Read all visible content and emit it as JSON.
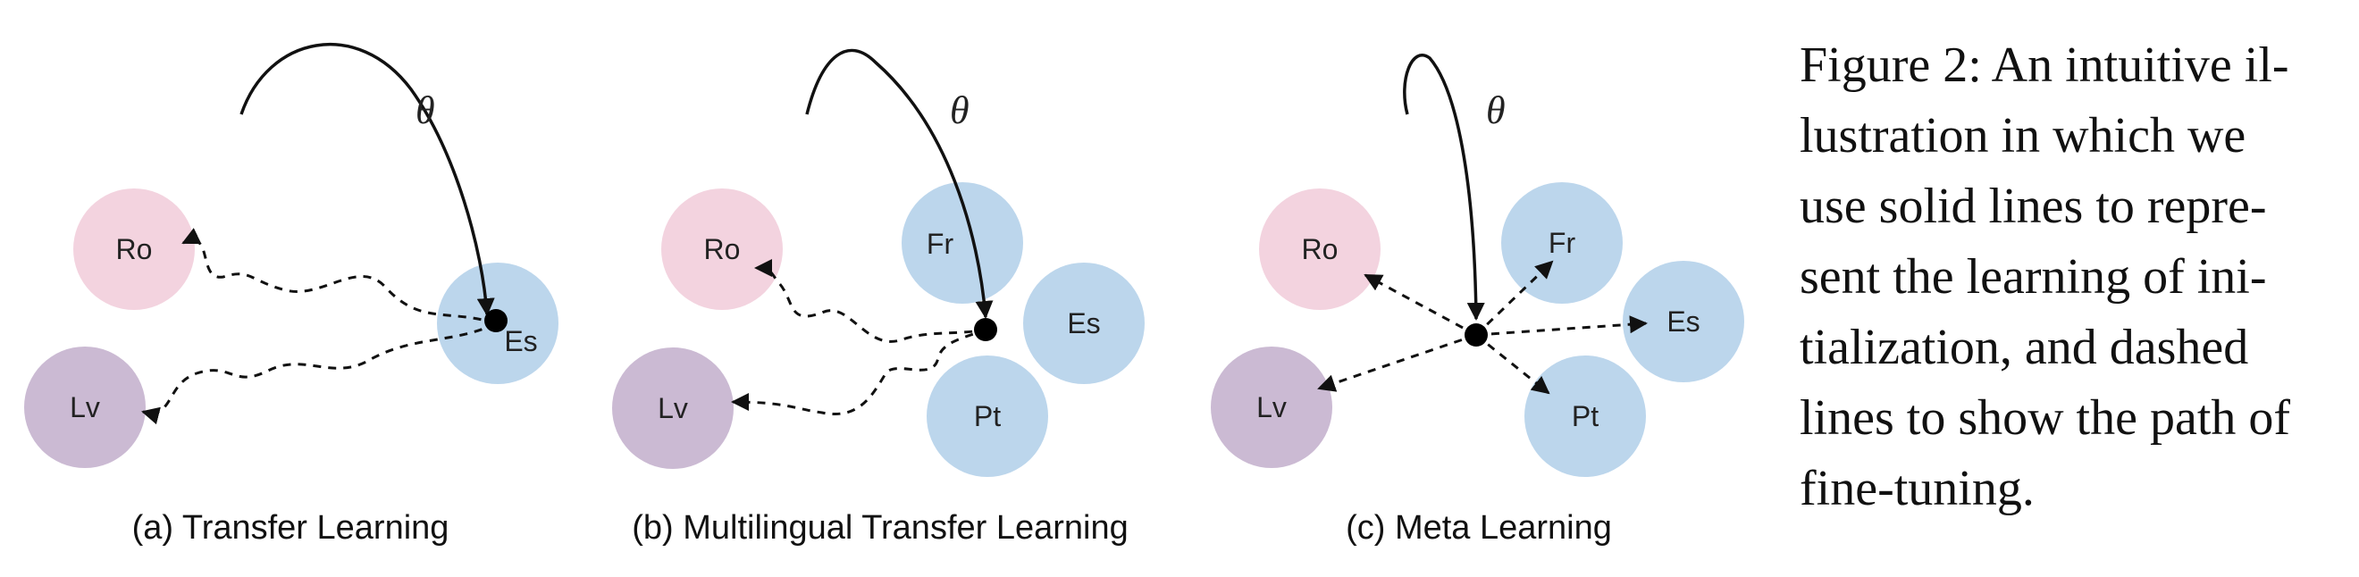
{
  "colors": {
    "ro": "#f3d3df",
    "lv": "#cbbad3",
    "blue": "#bcd6ec",
    "ink": "#111111"
  },
  "theta": "θ",
  "panels": [
    {
      "caption": "(a) Transfer Learning",
      "nodes": {
        "ro": "Ro",
        "lv": "Lv",
        "es": "Es"
      }
    },
    {
      "caption": "(b) Multilingual Transfer Learning",
      "nodes": {
        "ro": "Ro",
        "lv": "Lv",
        "fr": "Fr",
        "es": "Es",
        "pt": "Pt"
      }
    },
    {
      "caption": "(c) Meta Learning",
      "nodes": {
        "ro": "Ro",
        "lv": "Lv",
        "fr": "Fr",
        "es": "Es",
        "pt": "Pt"
      }
    }
  ],
  "figure_caption": {
    "lines": [
      "Figure 2: An intuitive il-",
      "lustration in which we",
      "use solid lines to repre-",
      "sent the learning of ini-",
      "tialization, and dashed",
      "lines to show the path of",
      "fine-tuning."
    ]
  }
}
